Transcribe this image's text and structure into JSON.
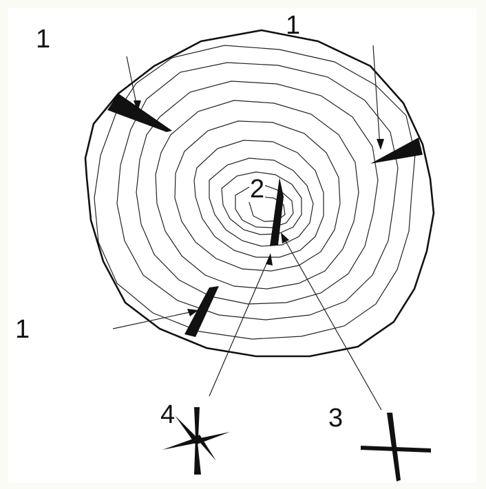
{
  "labels": {
    "crack_top_left": "1",
    "crack_top_right": "1",
    "crack_bottom_left": "1",
    "center_crack": "2",
    "star_shake": "4",
    "cross_shake": "3"
  }
}
